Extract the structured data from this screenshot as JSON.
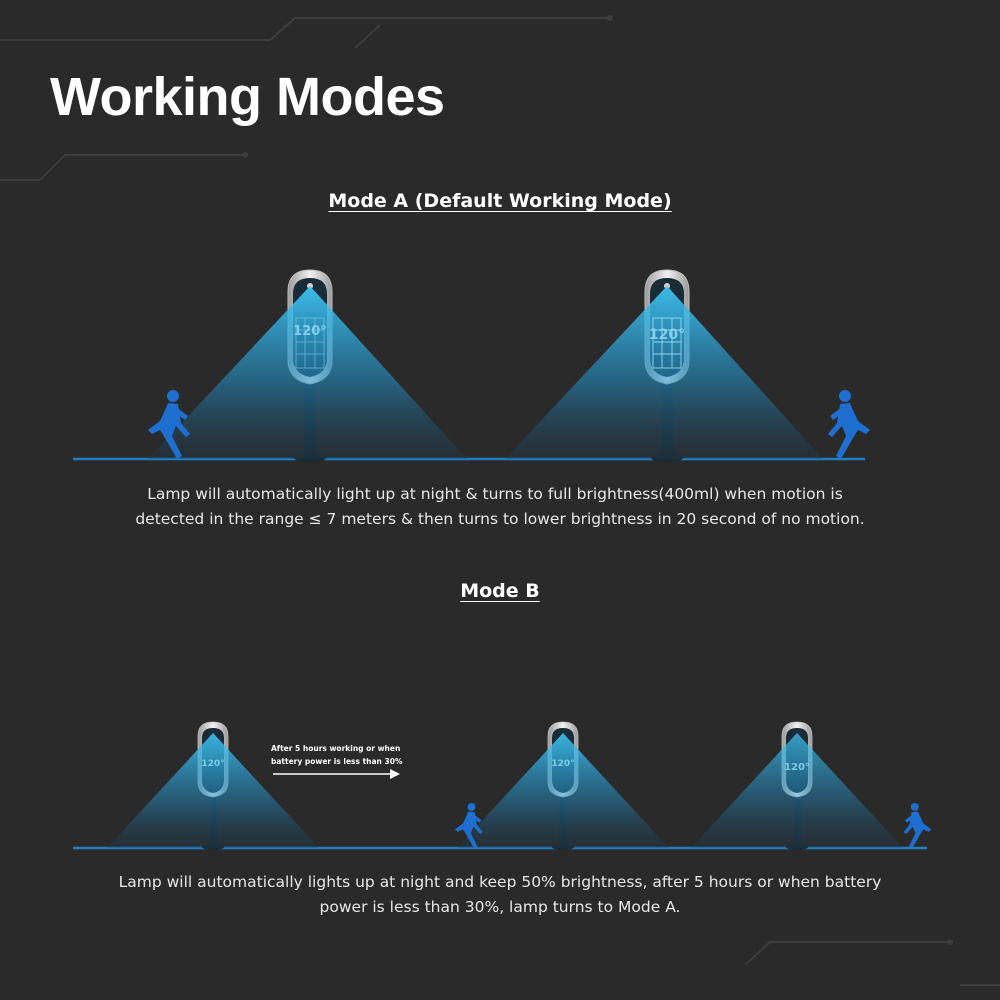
{
  "page": {
    "title": "Working Modes"
  },
  "mode_a": {
    "heading": "Mode A (Default Working Mode)",
    "description_line1": "Lamp will automatically light up at night & turns to full brightness(400ml) when motion is",
    "description_line2": "detected in the range ≤ 7 meters & then turns to lower brightness in 20 second of no motion.",
    "lamp_angle_left": "120°",
    "lamp_angle_right": "120°"
  },
  "mode_b": {
    "heading": "Mode B",
    "transition_note_line1": "After 5 hours working or when",
    "transition_note_line2": "battery power is less than 30%",
    "lamp_angle_1": "120°",
    "lamp_angle_2": "120°",
    "lamp_angle_3": "120°",
    "description_line1": "Lamp will automatically lights up at night and keep 50% brightness, after 5 hours or when battery",
    "description_line2": "power is less than 30%, lamp turns to Mode A."
  },
  "colors": {
    "background": "#2a2a2b",
    "beam": "#2ea8e0",
    "ground_line": "#1e7fc4",
    "runner": "#1f6fd0"
  },
  "icons": [
    "solar-lamp-icon",
    "running-person-icon",
    "arrow-right-icon"
  ]
}
